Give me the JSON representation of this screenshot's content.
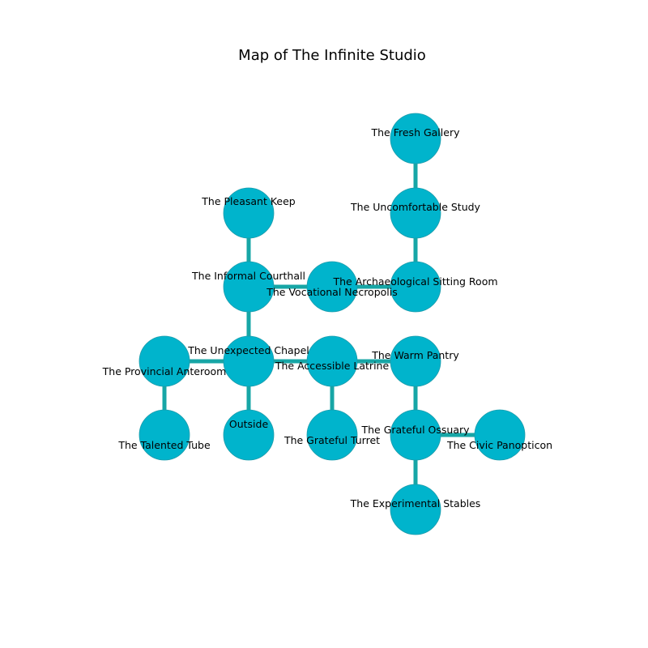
{
  "title": "Map of The Infinite Studio",
  "colors": {
    "node_fill": "#00b4cc",
    "node_stroke": "#1a9bab",
    "edge": "#17a6a6",
    "text": "#000000",
    "background": "#ffffff"
  },
  "rooms": [
    {
      "id": "fresh_gallery",
      "label": "The Fresh Gallery"
    },
    {
      "id": "uncomfortable_study",
      "label": "The Uncomfortable Study"
    },
    {
      "id": "pleasant_keep",
      "label": "The Pleasant Keep"
    },
    {
      "id": "informal_courthall",
      "label": "The Informal Courthall"
    },
    {
      "id": "vocational_necropolis",
      "label": "The Vocational Necropolis"
    },
    {
      "id": "archaeological_sitting_room",
      "label": "The Archaeological Sitting Room"
    },
    {
      "id": "provincial_anteroom",
      "label": "The Provincial Anteroom"
    },
    {
      "id": "unexpected_chapel",
      "label": "The Unexpected Chapel"
    },
    {
      "id": "accessible_latrine",
      "label": "The Accessible Latrine"
    },
    {
      "id": "warm_pantry",
      "label": "The Warm Pantry"
    },
    {
      "id": "talented_tube",
      "label": "The Talented Tube"
    },
    {
      "id": "outside",
      "label": "Outside"
    },
    {
      "id": "grateful_turret",
      "label": "The Grateful Turret"
    },
    {
      "id": "grateful_ossuary",
      "label": "The Grateful Ossuary"
    },
    {
      "id": "civic_panopticon",
      "label": "The Civic Panopticon"
    },
    {
      "id": "experimental_stables",
      "label": "The Experimental Stables"
    }
  ],
  "connections": [
    [
      "fresh_gallery",
      "uncomfortable_study"
    ],
    [
      "uncomfortable_study",
      "archaeological_sitting_room"
    ],
    [
      "pleasant_keep",
      "informal_courthall"
    ],
    [
      "informal_courthall",
      "vocational_necropolis"
    ],
    [
      "vocational_necropolis",
      "archaeological_sitting_room"
    ],
    [
      "informal_courthall",
      "unexpected_chapel"
    ],
    [
      "provincial_anteroom",
      "unexpected_chapel"
    ],
    [
      "unexpected_chapel",
      "accessible_latrine"
    ],
    [
      "accessible_latrine",
      "warm_pantry"
    ],
    [
      "provincial_anteroom",
      "talented_tube"
    ],
    [
      "unexpected_chapel",
      "outside"
    ],
    [
      "accessible_latrine",
      "grateful_turret"
    ],
    [
      "warm_pantry",
      "grateful_ossuary"
    ],
    [
      "grateful_ossuary",
      "civic_panopticon"
    ],
    [
      "grateful_ossuary",
      "experimental_stables"
    ]
  ]
}
